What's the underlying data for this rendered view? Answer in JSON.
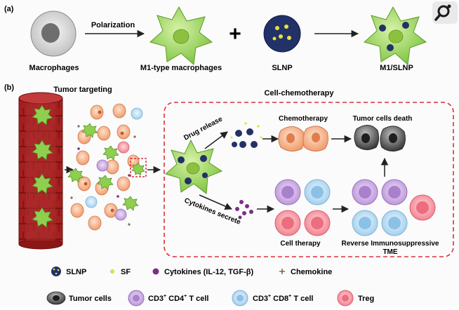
{
  "panel_a": {
    "label": "(a)",
    "arrow_label": "Polarization",
    "items": [
      "Macrophages",
      "M1-type macrophages",
      "SLNP",
      "M1/SLNP"
    ],
    "plus": "+"
  },
  "panel_b": {
    "label": "(b)",
    "tumor_targeting": "Tumor targeting",
    "cell_chemotherapy": "Cell-chemotherapy",
    "drug_release": "Drug release",
    "cytokines_secrete": "Cytokines secrete",
    "chemotherapy": "Chemotherapy",
    "tumor_death": "Tumor cells death",
    "cell_therapy": "Cell therapy",
    "reverse_line1": "Reverse Immunosuppressive",
    "reverse_line2": "TME"
  },
  "legend": {
    "slnp": "SLNP",
    "sf": "SF",
    "cytokines": "Cytokines (IL-12, TGF-β)",
    "chemokine": "Chemokine",
    "tumor": "Tumor cells",
    "cd4_prefix": "CD3",
    "cd4_mid": " CD4",
    "cd4_suffix": " T cell",
    "cd8_prefix": "CD3",
    "cd8_mid": " CD8",
    "cd8_suffix": " T cell",
    "plus_sup": "+",
    "treg": "Treg"
  },
  "colors": {
    "m1_green": "#8fcf4f",
    "slnp_navy": "#1f2a5a",
    "sf_yellow": "#e8e23a",
    "cytokine_purple": "#7b2f86",
    "tumor_orange": "#f2a47c",
    "cd4_purple": "#c7a6e0",
    "cd8_blue": "#a9d3ef",
    "treg_pink": "#f48b97",
    "vessel_red": "#9e1c1c",
    "dashed_red": "#d8323a"
  },
  "icons": {
    "corner": "magnifier-icon"
  }
}
